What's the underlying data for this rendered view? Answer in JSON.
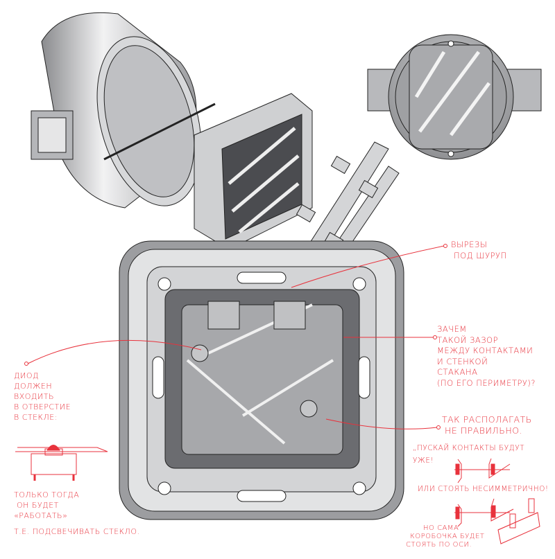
{
  "colors": {
    "annotation": "#e8323c",
    "part_fill": "#c9cacc",
    "part_dark": "#6e6f72",
    "outline": "#222222"
  },
  "annotations": {
    "screw_cutouts": [
      "ВЫРЕЗЫ",
      "ПОД ШУРУП"
    ],
    "gap_question": [
      "ЗАЧЕМ",
      "ТАКОЙ  ЗАЗОР",
      "МЕЖДУ КОНТАКТАМИ",
      "И СТЕНКОЙ",
      "СТАКАНА",
      "(ПО ЕГО ПЕРИМЕТРУ)?"
    ],
    "wrong_placement": [
      "ТАК РАСПОЛАГАТЬ",
      "НЕ ПРАВИЛЬНО."
    ],
    "narrower_contacts": [
      "„ПУСКАЙ КОНТАКТЫ БУДУТ",
      "УЖЕ!"
    ],
    "asymmetric": "ИЛИ СТОЯТЬ НЕСИММЕТРИЧНО!",
    "box_on_axis": [
      "НО САМА",
      "КОРОБОЧКА БУДЕТ",
      "СТОЯТЬ ПО ОСИ."
    ],
    "diode_hole": [
      "ДИОД",
      "ДОЛЖЕН",
      "ВХОДИТЬ",
      "В ОТВЕРСТИЕ",
      "В СТЕКЛЕ:"
    ],
    "only_then": [
      "ТОЛЬКО ТОГДА",
      "ОН БУДЕТ",
      "«РАБОТАТЬ»"
    ],
    "illuminate_glass": "Т.Е. ПОДСВЕЧИВАТЬ СТЕКЛО."
  }
}
